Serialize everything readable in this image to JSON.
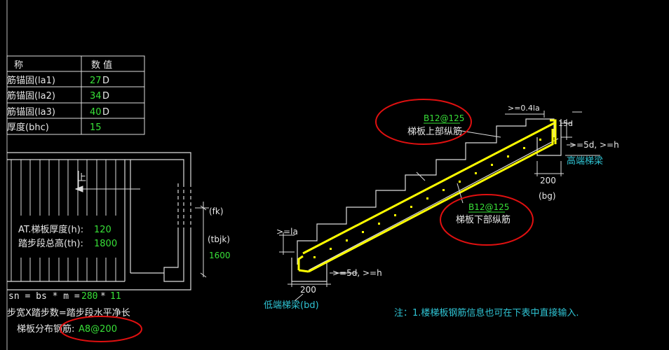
{
  "table": {
    "headers": [
      "称",
      "数 值"
    ],
    "rows": [
      {
        "name": "筋锚固(la1)",
        "value": "27",
        "unit": "D"
      },
      {
        "name": "筋锚固(la2)",
        "value": "34",
        "unit": "D"
      },
      {
        "name": "筋锚固(la3)",
        "value": "40",
        "unit": "D"
      },
      {
        "name": "厚度(bhc)",
        "value": "15",
        "unit": ""
      }
    ]
  },
  "plan": {
    "up_label": "上",
    "thickness_label": "AT.梯板厚度(h):",
    "thickness_value": "120",
    "height_label": "踏步段总高(th):",
    "height_value": "1800",
    "fk_label": "(fk)",
    "tbjk_label": "(tbjk)",
    "tbjk_value": "1600",
    "formula_prefix": "sn = bs * m =",
    "formula_bs": "280",
    "formula_times": "*",
    "formula_m": "11",
    "formula_caption": "步宽X踏步数=踏步段水平净长",
    "dist_label": "梯板分布钢筋:",
    "dist_value": "A8@200"
  },
  "section": {
    "top_rebar_code": "B12@125",
    "top_rebar_label": "梯板上部纵筋",
    "bottom_rebar_code": "B12@125",
    "bottom_rebar_label": "梯板下部纵筋",
    "anchor_top": ">=0.4la",
    "hook_15d": "15d",
    "anchor_5d_high": ">=5d, >=h",
    "high_beam_label": "高端梯梁",
    "dim_200_high": "200",
    "bg_label": "(bg)",
    "anchor_la": ">=la",
    "anchor_5d_low": ">=5d, >=h",
    "dim_200_low": "200",
    "low_beam_label": "低端梯梁(bd)"
  },
  "note": "注：1.楼梯板钢筋信息也可在下表中直接输入.",
  "colors": {
    "background": "#000000",
    "lines": "#e8e8e8",
    "value": "#38e038",
    "cyan": "#2fc4d4",
    "highlight": "#ffff00",
    "circle": "#e01010"
  }
}
